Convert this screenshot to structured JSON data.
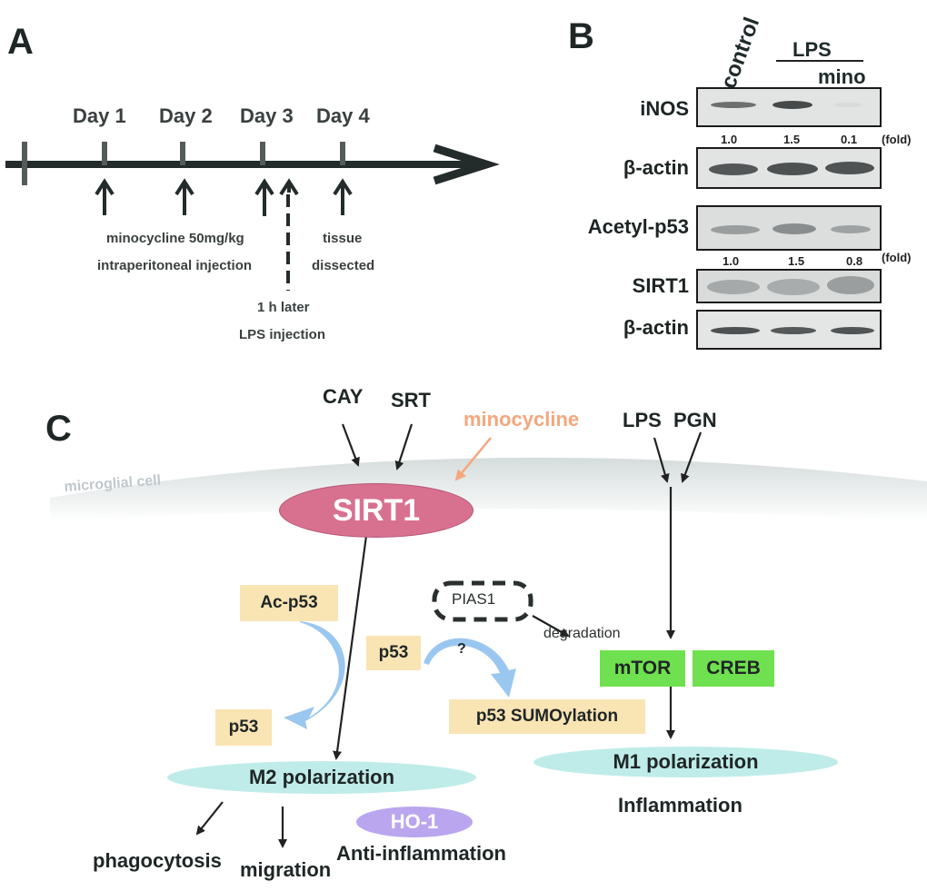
{
  "panels": {
    "a": {
      "label": "A",
      "days": [
        "Day 1",
        "Day 2",
        "Day 3",
        "Day 4"
      ],
      "notes": {
        "minocycline_line1": "minocycline 50mg/kg",
        "minocycline_line2": "intraperitoneal injection",
        "tissue_line1": "tissue",
        "tissue_line2": "dissected",
        "lps_line1": "1 h later",
        "lps_line2": "LPS injection"
      }
    },
    "b": {
      "label": "B",
      "lanes": {
        "control": "control",
        "lps": "LPS",
        "mino": "mino"
      },
      "blots": [
        {
          "name": "iNOS",
          "fold": [
            "1.0",
            "1.5",
            "0.1"
          ],
          "fold_unit": "(fold)"
        },
        {
          "name": "β-actin"
        },
        {
          "name": "Acetyl-p53",
          "fold": [
            "1.0",
            "1.5",
            "0.8"
          ],
          "fold_unit": "(fold)"
        },
        {
          "name": "SIRT1"
        },
        {
          "name": "β-actin"
        }
      ]
    },
    "c": {
      "label": "C",
      "membrane_label": "microglial cell",
      "activators": [
        "CAY",
        "SRT"
      ],
      "minocycline": "minocycline",
      "stimuli": [
        "LPS",
        "PGN"
      ],
      "sirt1": "SIRT1",
      "ac_p53": "Ac-p53",
      "p53_left": "p53",
      "pias1": "PIAS1",
      "degradation": "degradation",
      "p53_mid": "p53",
      "question": "?",
      "p53_sumoylation": "p53 SUMOylation",
      "mtor": "mTOR",
      "creb": "CREB",
      "m2": "M2 polarization",
      "m1": "M1 polarization",
      "ho1": "HO-1",
      "phagocytosis": "phagocytosis",
      "migration": "migration",
      "anti_inflammation": "Anti-inflammation",
      "inflammation": "Inflammation"
    }
  },
  "colors": {
    "sirt1_fill": "#d8708f",
    "minocycline": "#f4a77c",
    "yellow_box": "#f9e4b4",
    "green_box": "#6fe04f",
    "cyan_ellipse": "#bfece9",
    "ho1_fill": "#b9a6ee",
    "blue_arrow": "#8fc1ee"
  }
}
